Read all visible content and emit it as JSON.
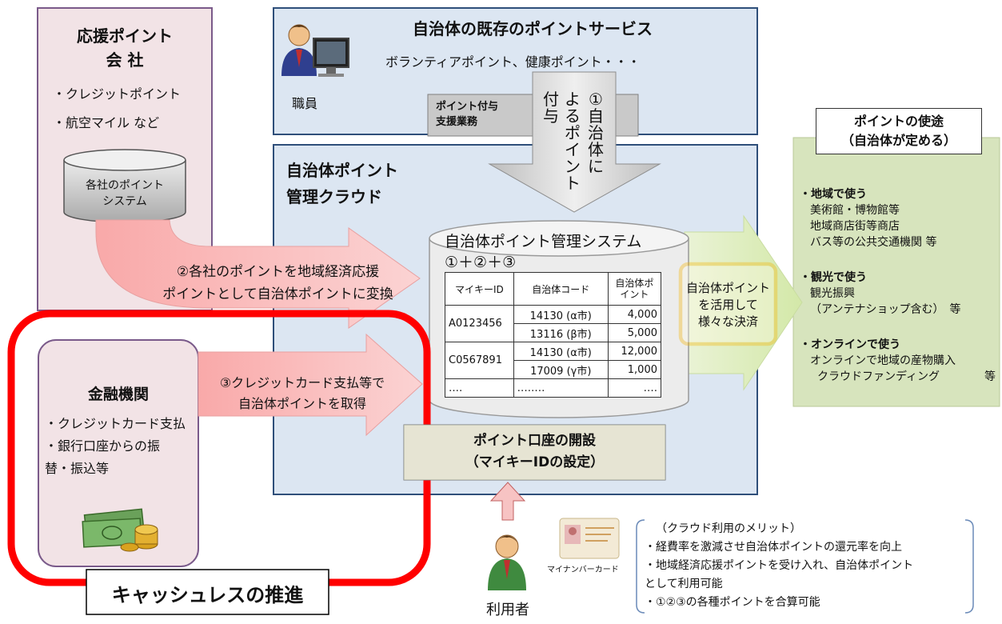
{
  "points_company": {
    "title_line1": "応援ポイント",
    "title_line2": "会 社",
    "items": [
      "・クレジットポイント",
      "・航空マイル など"
    ],
    "db_label_line1": "各社のポイント",
    "db_label_line2": "システム"
  },
  "existing_service": {
    "title": "自治体の既存のポイントサービス",
    "subtitle": "ボランティアポイント、健康ポイント・・・",
    "staff_label": "職員",
    "support_line1": "ポイント付与",
    "support_line2": "支援業務"
  },
  "arrow1": {
    "col1": [
      "①",
      "自",
      "治",
      "体",
      "に"
    ],
    "col2": [
      "よ",
      "る",
      "ポ",
      "イ",
      "ン",
      "ト"
    ],
    "col3": [
      "付",
      "与"
    ]
  },
  "cloud": {
    "title_line1": "自治体ポイント",
    "title_line2": "管理クラウド",
    "system_title": "自治体ポイント管理システム",
    "system_formula": "①＋②＋③",
    "table_headers": [
      "マイキーID",
      "自治体コード",
      "自治体ポイント"
    ],
    "rows": [
      {
        "id": "A0123456",
        "entries": [
          {
            "code": "14130 (α市)",
            "points": "4,000"
          },
          {
            "code": "13116 (β市)",
            "points": "5,000"
          }
        ]
      },
      {
        "id": "C0567891",
        "entries": [
          {
            "code": "14130 (α市)",
            "points": "12,000"
          },
          {
            "code": "17009 (γ市)",
            "points": "1,000"
          }
        ]
      }
    ],
    "ellipsis_id": "‥‥",
    "ellipsis_code": "‥‥‥‥",
    "ellipsis_points": "‥‥",
    "account_line1": "ポイント口座の開設",
    "account_line2": "（マイキーIDの設定）"
  },
  "arrow2": {
    "line1": "②各社のポイントを地域経済応援",
    "line2": "ポイントとして自治体ポイントに変換"
  },
  "arrow3": {
    "line1": "③クレジットカード支払等で",
    "line2": "自治体ポイントを取得"
  },
  "settlement": {
    "line1": "自治体ポイント",
    "line2": "を活用して",
    "line3": "様々な決済"
  },
  "uses": {
    "title_line1": "ポイントの使途",
    "title_line2": "（自治体が定める）",
    "group1_title": "・地域で使う",
    "group1_items": [
      "美術館・博物館等",
      "地域商店街等商店",
      "バス等の公共交通機関 等"
    ],
    "group2_title": "・観光で使う",
    "group2_items": [
      "観光振興",
      "（アンテナショップ含む）　等"
    ],
    "group3_title": "・オンラインで使う",
    "group3_items": [
      "オンラインで地域の産物購入",
      "クラウドファンディング　　　　等"
    ]
  },
  "finance": {
    "title": "金融機関",
    "items": [
      "・クレジットカード支払",
      "・銀行口座からの振",
      "替・振込等"
    ],
    "cashless_label": "キャッシュレスの推進"
  },
  "user": {
    "label": "利用者",
    "card_label": "マイナンバーカード"
  },
  "merits": {
    "title": "（クラウド利用のメリット）",
    "items": [
      "・経費率を激減させ自治体ポイントの還元率を向上",
      "・地域経済応援ポイントを受け入れ、自治体ポイント",
      "として利用可能",
      "・①②③の各種ポイントを合算可能"
    ]
  },
  "colors": {
    "panel_blue": "#dce6f2",
    "panel_pink": "#f2e3e6",
    "panel_green": "#d7e4bd",
    "arrow_pink": "#f6c3c3",
    "cashless_red": "#ff0000",
    "highlight_orange": "#f5b400"
  }
}
